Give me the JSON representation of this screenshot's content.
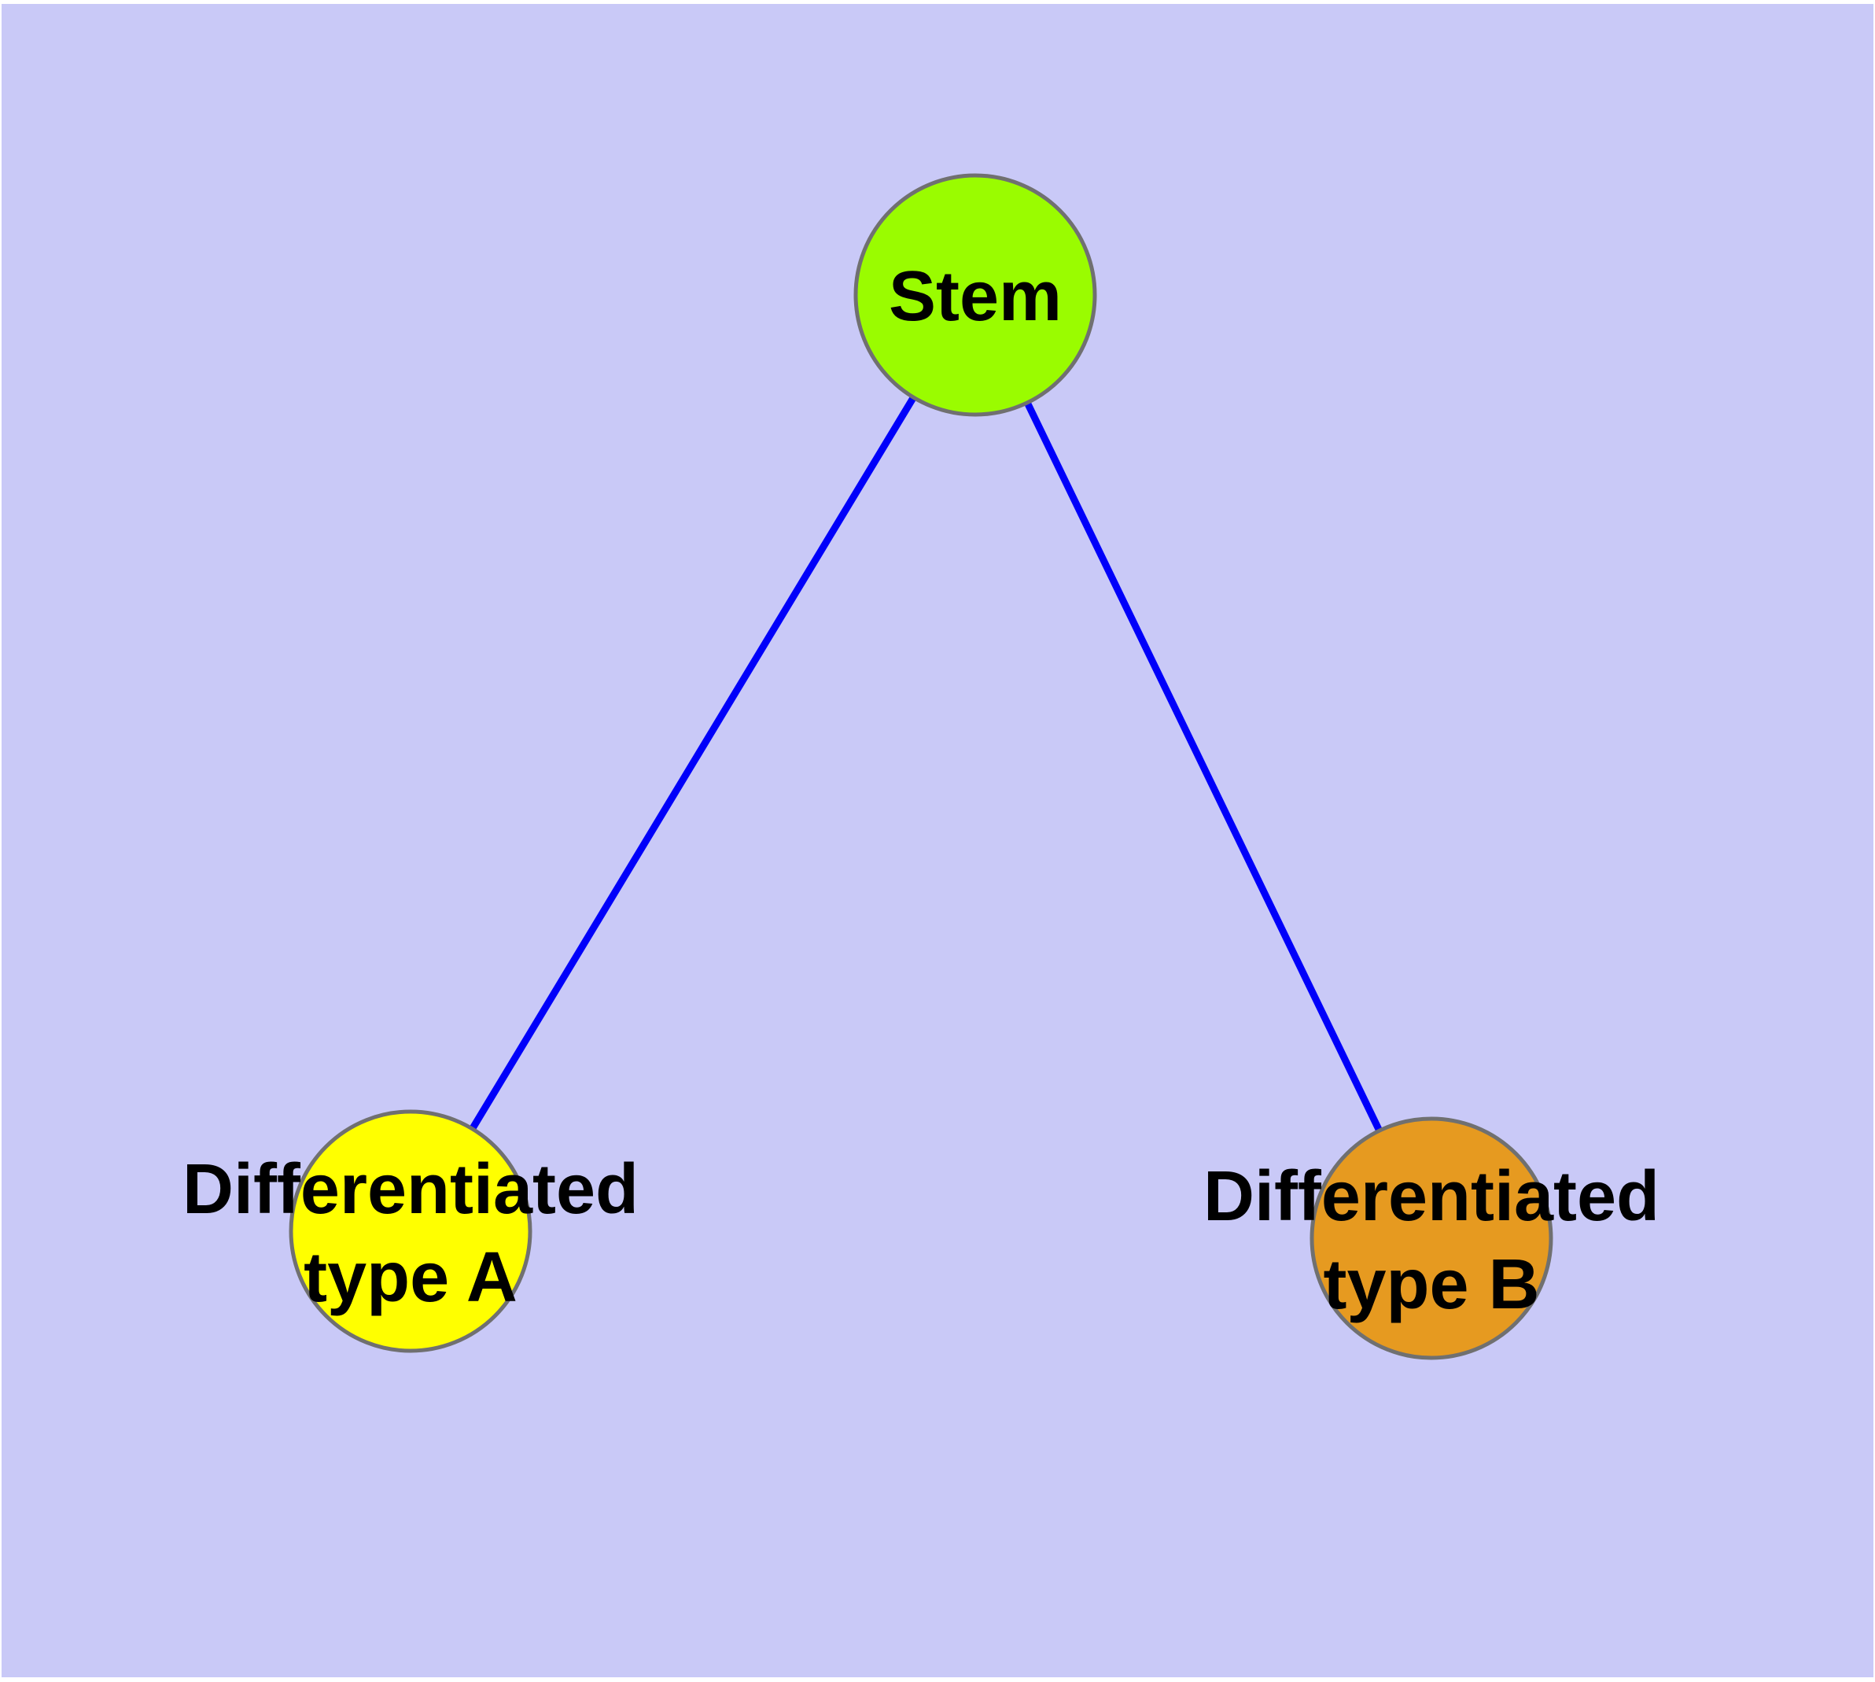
{
  "diagram": {
    "type": "graph",
    "description": "Stem cell differentiation tree: one stem node with two differentiated child types",
    "colors": {
      "page": "#FFFFFF",
      "background": "#C9C9F7",
      "node_border": "#707070",
      "edge": "#0000FA",
      "label": "#000000"
    },
    "nodes": [
      {
        "id": "stem",
        "label": "Stem",
        "fill": "#9AFC00"
      },
      {
        "id": "diff-type-a",
        "label_line1": "Differentiated",
        "label_line2": "type A",
        "fill": "#FFFF00"
      },
      {
        "id": "diff-type-b",
        "label_line1": "Differentiated",
        "label_line2": "type B",
        "fill": "#E69A20"
      }
    ],
    "edges": [
      {
        "from": "Stem",
        "to": "Differentiated type A",
        "color": "#0000FA"
      },
      {
        "from": "Stem",
        "to": "Differentiated type B",
        "color": "#0000FA"
      }
    ]
  }
}
